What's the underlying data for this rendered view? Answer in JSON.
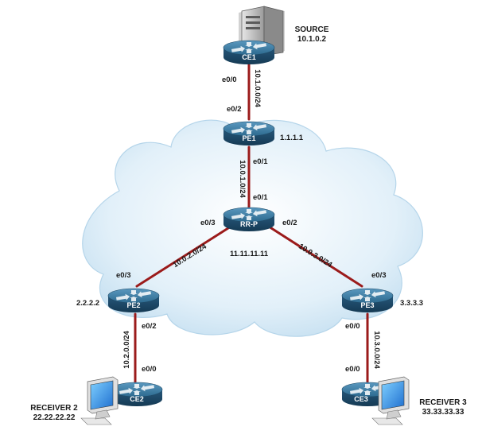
{
  "source": {
    "label": "SOURCE",
    "ip": "10.1.0.2"
  },
  "routers": {
    "ce1": {
      "name": "CE1"
    },
    "pe1": {
      "name": "PE1",
      "ip": "1.1.1.1"
    },
    "rrp": {
      "name": "RR-P",
      "ip": "11.11.11.11"
    },
    "pe2": {
      "name": "PE2",
      "ip": "2.2.2.2"
    },
    "pe3": {
      "name": "PE3",
      "ip": "3.3.3.3"
    },
    "ce2": {
      "name": "CE2"
    },
    "ce3": {
      "name": "CE3"
    }
  },
  "receivers": {
    "r2": {
      "label": "RECEIVER 2",
      "ip": "22.22.22.22"
    },
    "r3": {
      "label": "RECEIVER 3",
      "ip": "33.33.33.33"
    }
  },
  "links": {
    "ce1_pe1": {
      "subnet": "10.1.0.0/24",
      "a_if": "e0/0",
      "b_if": "e0/2"
    },
    "pe1_rrp": {
      "subnet": "10.0.1.0/24",
      "a_if": "e0/1",
      "b_if": "e0/1"
    },
    "rrp_pe2": {
      "subnet": "10.0.2.0/24",
      "a_if": "e0/3",
      "b_if": "e0/3"
    },
    "rrp_pe3": {
      "subnet": "10.0.3.0/24",
      "a_if": "e0/2",
      "b_if": "e0/3"
    },
    "pe2_ce2": {
      "subnet": "10.2.0.0/24",
      "a_if": "e0/2",
      "b_if": "e0/0"
    },
    "pe3_ce3": {
      "subnet": "10.3.0.0/24",
      "a_if": "e0/0",
      "b_if": "e0/0"
    }
  },
  "colors": {
    "link": "#9b1b1b",
    "cloud_fill": "#d3e8f5",
    "router_dark": "#1f4a66",
    "router_light": "#3d7ea3"
  }
}
